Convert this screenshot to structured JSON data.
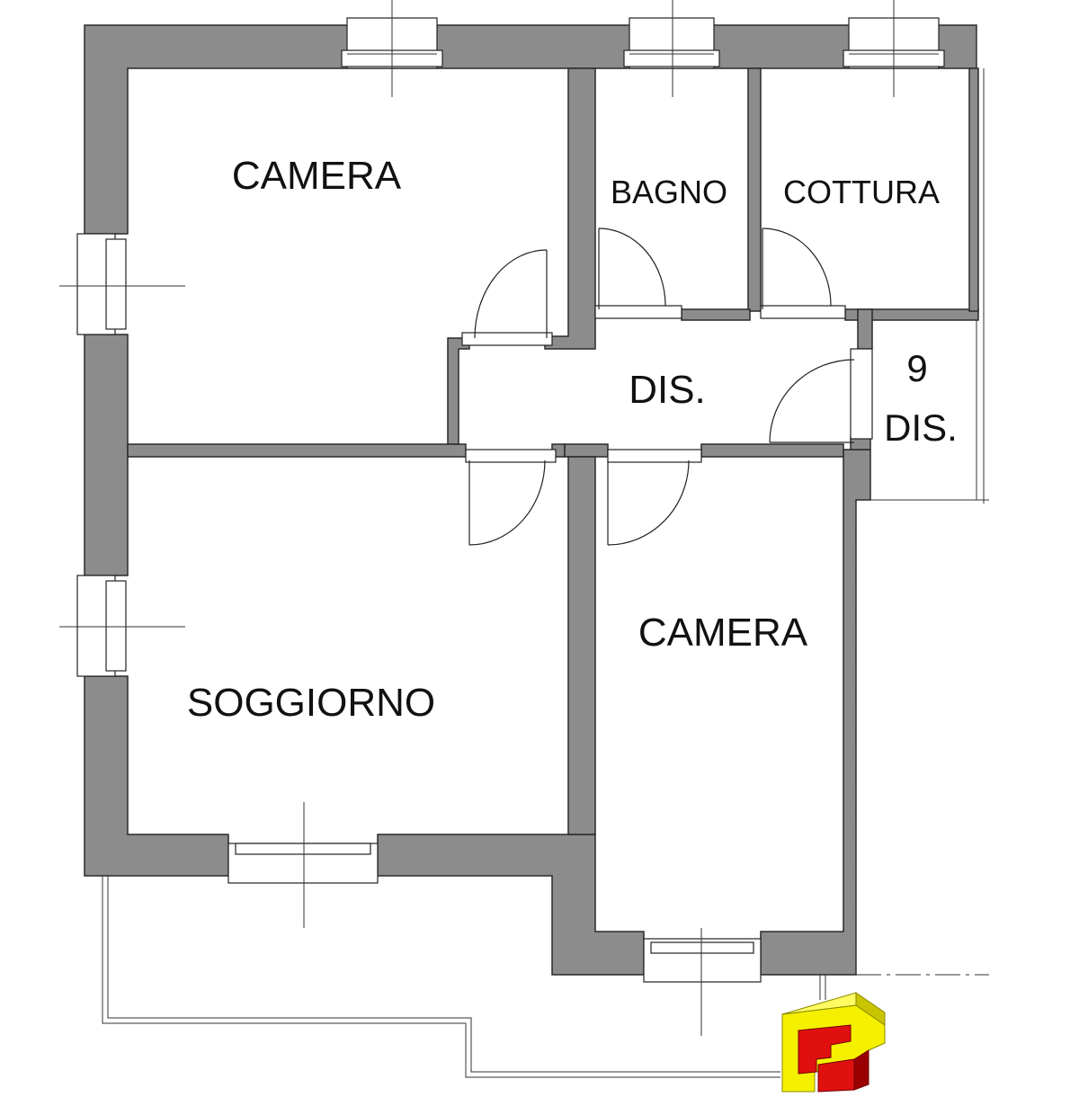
{
  "rooms": {
    "camera_top": "CAMERA",
    "bagno": "BAGNO",
    "cottura": "COTTURA",
    "dis_center": "DIS.",
    "dis_side_number": "9",
    "dis_side": "DIS.",
    "soggiorno": "SOGGIORNO",
    "camera_bottom": "CAMERA"
  },
  "colors": {
    "wall": "#8c8c8c",
    "logo_yellow": "#f5f000",
    "logo_red": "#e01010"
  },
  "icons": {
    "logo": "yellow-red-3d-letter-logo"
  }
}
